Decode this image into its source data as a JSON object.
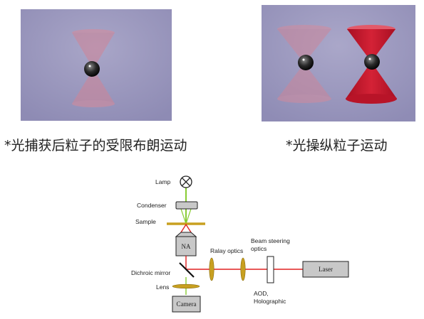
{
  "captions": {
    "left": "*光捕获后粒子的受限布朗运动",
    "right": "*光操纵粒子运动"
  },
  "diagram": {
    "labels": {
      "lamp": "Lamp",
      "condenser": "Condenser",
      "sample": "Sample",
      "dichroic_mirror": "Dichroic mirror",
      "lens": "Lens",
      "ralay_optics": "Ralay optics",
      "beam_steering_line1": "Beam steering",
      "beam_steering_line2": "optics",
      "aod_line1": "AOD,",
      "aod_line2": "Holographic"
    },
    "boxes": {
      "na": "NA",
      "laser": "Laser",
      "camera": "Camera"
    }
  },
  "colors": {
    "laser_beam": "#e02020",
    "lamp_beam": "#88cc33",
    "optics": "#c8a020",
    "cone_faint": "#d98a9a",
    "cone_strong": "#c0182c",
    "box_fill": "#c8c8c8"
  }
}
